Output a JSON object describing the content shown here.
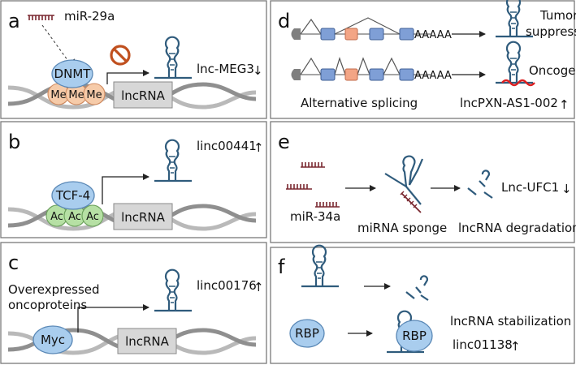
{
  "panels": {
    "a": {
      "letter": "a",
      "mirna": "miR-29a",
      "enzyme": "DNMT",
      "marks": [
        "Me",
        "Me",
        "Me"
      ],
      "gene": "lncRNA",
      "target": "lnc-MEG3"
    },
    "b": {
      "letter": "b",
      "factor": "TCF-4",
      "marks": [
        "Ac",
        "Ac",
        "Ac"
      ],
      "gene": "lncRNA",
      "target": "linc00441"
    },
    "c": {
      "letter": "c",
      "note_line1": "Overexpressed",
      "note_line2": "oncoproteins",
      "factor": "Myc",
      "gene": "lncRNA",
      "target": "linc00176"
    },
    "d": {
      "letter": "d",
      "polya": "AAAAA",
      "outcome_top": "Tumor suppressive",
      "outcome_top_line1": "Tumor",
      "outcome_top_line2": "suppressive",
      "outcome_bottom": "Oncogenic",
      "process": "Alternative splicing",
      "target": "lncPXN-AS1-002"
    },
    "e": {
      "letter": "e",
      "mirna": "miR-34a",
      "mechanism": "miRNA sponge",
      "result": "lncRNA degradation",
      "target": "Lnc-UFC1"
    },
    "f": {
      "letter": "f",
      "protein": "RBP",
      "result": "lncRNA stabilization",
      "target": "linc01138"
    }
  },
  "arrows": {
    "up": "↑",
    "down": "↓"
  },
  "colors": {
    "exon_blue": "#7f9fd6",
    "exon_orange": "#f3a585",
    "protein_blue": "#a9cdee",
    "methyl": "#f6cba9",
    "acetyl": "#b6e0a4",
    "rna": "#2f5b7c",
    "mirna": "#7a2830",
    "block": "#d7d7d7",
    "oncogenic_squiggle": "#dd1f1f",
    "inhibit": "#c0501f"
  }
}
